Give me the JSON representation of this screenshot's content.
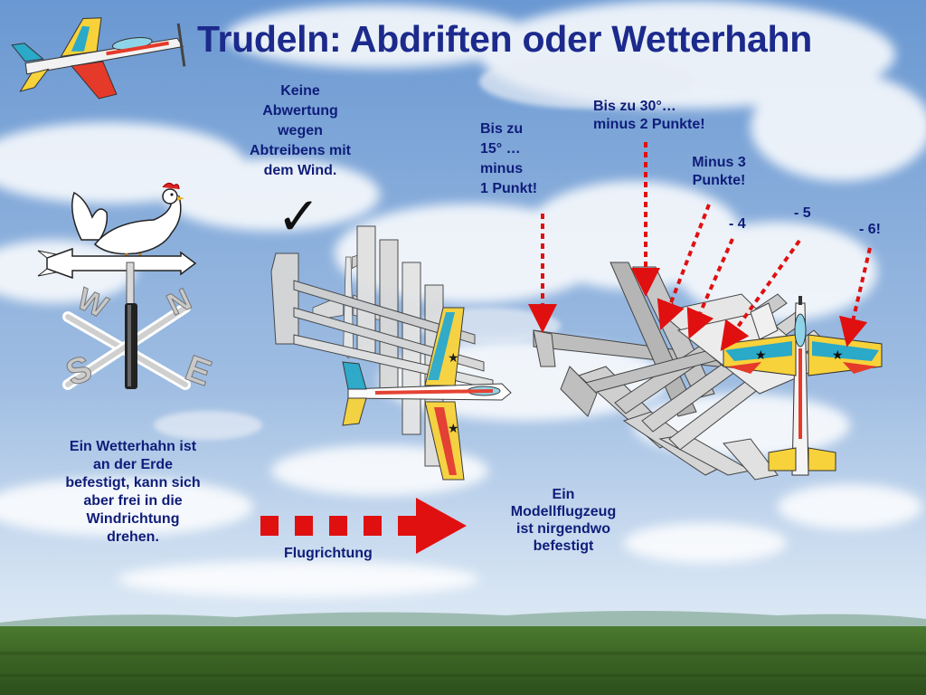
{
  "title": "Trudeln: Abdriften oder Wetterhahn",
  "labels": {
    "no_penalty": [
      "Keine",
      "Abwertung",
      "wegen",
      "Abtreibens mit",
      "dem Wind."
    ],
    "up_to_15": [
      "Bis zu",
      "15° …",
      "minus",
      "1 Punkt!"
    ],
    "up_to_30": [
      "Bis zu 30°…",
      "minus 2 Punkte!"
    ],
    "minus_3": [
      "Minus 3",
      "Punkte!"
    ],
    "minus_4": "- 4",
    "minus_5": "- 5",
    "minus_6": "- 6!",
    "weathervane_desc": [
      "Ein Wetterhahn ist",
      "an der Erde",
      "befestigt, kann sich",
      "aber frei in die",
      "Windrichtung",
      "drehen."
    ],
    "model_desc": [
      "Ein",
      "Modellflugzeug",
      "ist nirgendwo",
      "befestigt"
    ],
    "flight_direction": "Flugrichtung"
  },
  "compass": {
    "west": "W",
    "north": "N",
    "south": "S",
    "east": "E"
  },
  "checkmark": "✓",
  "colors": {
    "title": "#1c2a8c",
    "label": "#0f1d7a",
    "arrow": "#e01010",
    "sky_top": "#5f8fcf",
    "sky_bottom": "#cfe0f2",
    "ground": "#3a6a25"
  }
}
